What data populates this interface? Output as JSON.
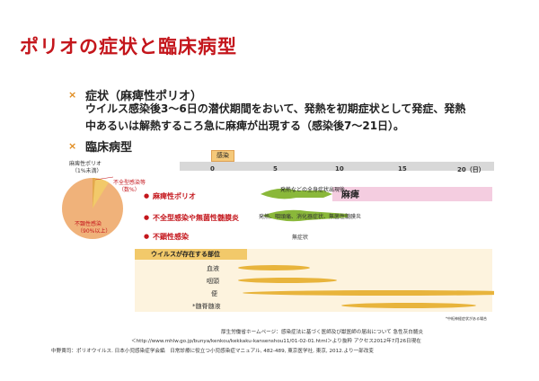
{
  "title": "ポリオの症状と臨床病型",
  "section1": {
    "heading": "症状（麻痺性ポリオ）",
    "line1": "ウイルス感染後3〜6日の潜伏期間をおいて、発熱を初期症状として発症、発熱",
    "line2": "中あるいは解熱するころ急に麻痺が出現する（感染後7〜21日）。"
  },
  "section2": {
    "heading": "臨床病型"
  },
  "bullet_mark": "×",
  "pie": {
    "label_paralytic": "麻痺性ポリオ",
    "label_paralytic_pct": "（1%未満）",
    "label_incomplete": "不全型感染等",
    "label_incomplete_pct": "（数%）",
    "label_inapparent": "不顕性感染",
    "label_inapparent_pct": "（90%以上）",
    "colors": {
      "paralytic": "#e3a84c",
      "incomplete": "#f2c96a",
      "inapparent": "#f0b27a"
    }
  },
  "timeline": {
    "infection_label": "感染",
    "ticks": [
      "0",
      "5",
      "10",
      "15",
      "20（日）"
    ],
    "types": [
      {
        "label": "麻痺性ポリオ",
        "phase_note": "発熱などの全身症状出現後",
        "phase": "麻痺"
      },
      {
        "label": "不全型感染や無菌性髄膜炎",
        "phase_note": "発熱、咽頭痛、消化器症状、無菌性髄膜炎"
      },
      {
        "label": "不顕性感染",
        "phase_note": "無症状"
      }
    ]
  },
  "virus": {
    "header": "ウイルスが存在する部位",
    "sites": [
      "血液",
      "咽頭",
      "便",
      "*髄脊髄液"
    ],
    "footnote": "*中枢神経症状がある場合"
  },
  "source": {
    "line1": "厚生労働省ホームページ：感染症法に基づく医師及び獣医師の届出について 急性灰白髄炎",
    "line2": "＜http://www.mhlw.go.jp/bunya/kenkou/kekkaku-kansenshou11/01-02-01.html＞より抜粋 アクセス2012年7月26日現在",
    "line3": "中野貴司：ポリオウイルス. 日本小児感染症学会編　日常診療に役立つ小児感染症マニュアル, 482-489, 東京医学社, 東京, 2012.より一部改変"
  }
}
